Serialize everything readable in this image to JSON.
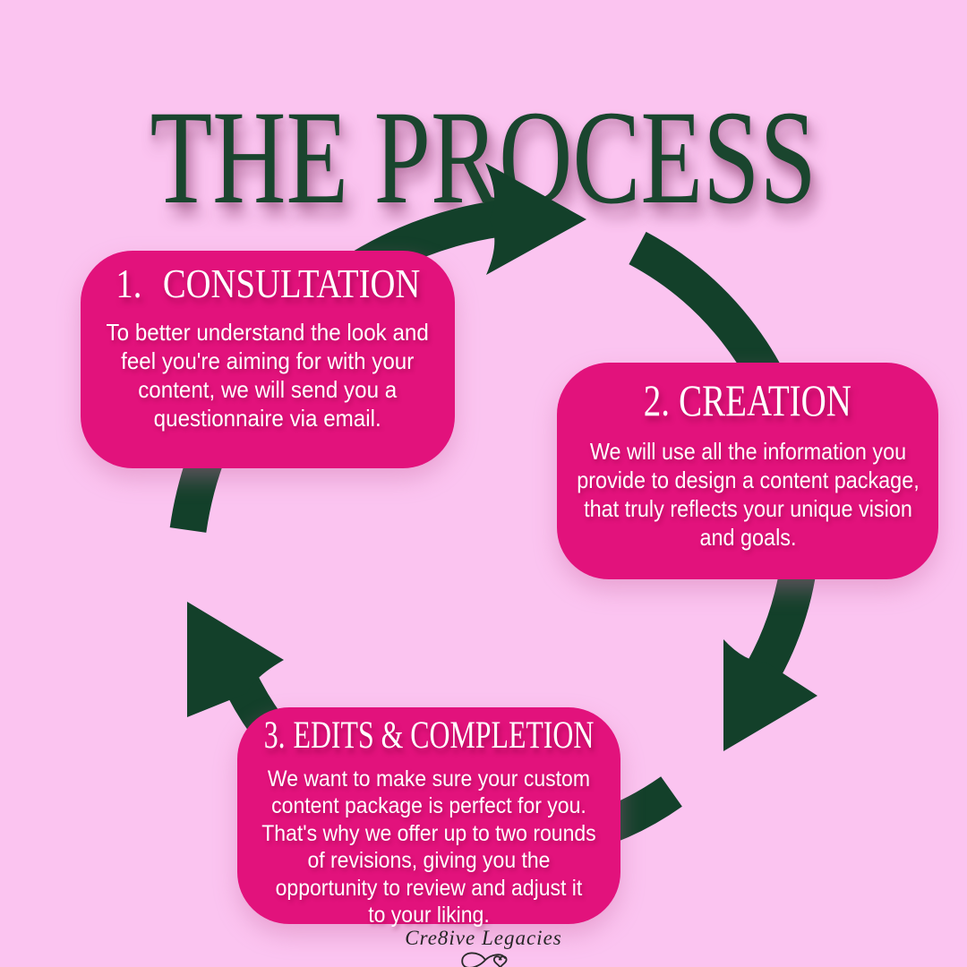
{
  "title": "THE PROCESS",
  "steps": [
    {
      "number": "1.",
      "label": "CONSULTATION",
      "body": "To better understand the look and\nfeel you're aiming for with your\ncontent, we will send you a\nquestionnaire via email."
    },
    {
      "number": "2.",
      "label": "CREATION",
      "body": "We will use all the information you\nprovide to design a content package,\nthat truly reflects your unique vision\nand goals."
    },
    {
      "number": "3.",
      "label": "EDITS & COMPLETION",
      "body": "We want to make sure your custom\ncontent package is perfect for you.\nThat's why we offer up to two rounds\nof revisions, giving you the\nopportunity to review and adjust it\nto your liking."
    }
  ],
  "signature": "Cre8ive Legacies",
  "colors": {
    "background": "#fbc4f0",
    "box_magenta": "#e2127c",
    "arrow_green": "#13402a",
    "title_green": "#1a452e",
    "text_white": "#ffffff",
    "signature_ink": "#262626"
  }
}
